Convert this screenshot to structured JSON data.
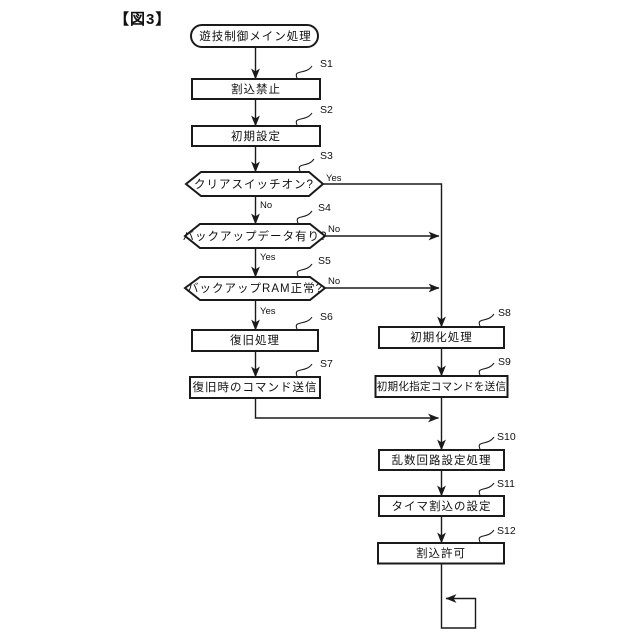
{
  "figure": {
    "title": "【図3】"
  },
  "flow": {
    "start": "遊技制御メイン処理",
    "yes": "Yes",
    "no": "No",
    "line_color": "#1a1a1a",
    "background_color": "#ffffff",
    "steps": [
      {
        "id": "S1",
        "label": "割込禁止",
        "type": "process"
      },
      {
        "id": "S2",
        "label": "初期設定",
        "type": "process"
      },
      {
        "id": "S3",
        "label": "クリアスイッチオン?",
        "type": "decision"
      },
      {
        "id": "S4",
        "label": "バックアップデータ有り?",
        "type": "decision"
      },
      {
        "id": "S5",
        "label": "バックアップRAM正常?",
        "type": "decision"
      },
      {
        "id": "S6",
        "label": "復旧処理",
        "type": "process"
      },
      {
        "id": "S7",
        "label": "復旧時のコマンド送信",
        "type": "process"
      },
      {
        "id": "S8",
        "label": "初期化処理",
        "type": "process"
      },
      {
        "id": "S9",
        "label": "初期化指定コマンドを送信",
        "type": "process"
      },
      {
        "id": "S10",
        "label": "乱数回路設定処理",
        "type": "process"
      },
      {
        "id": "S11",
        "label": "タイマ割込の設定",
        "type": "process"
      },
      {
        "id": "S12",
        "label": "割込許可",
        "type": "process"
      }
    ],
    "edges": [
      {
        "from": "start",
        "to": "S1",
        "label": ""
      },
      {
        "from": "S1",
        "to": "S2",
        "label": ""
      },
      {
        "from": "S2",
        "to": "S3",
        "label": ""
      },
      {
        "from": "S3",
        "to": "S4",
        "label": "No"
      },
      {
        "from": "S3",
        "to": "S8",
        "label": "Yes"
      },
      {
        "from": "S4",
        "to": "S5",
        "label": "Yes"
      },
      {
        "from": "S4",
        "to": "S8",
        "label": "No"
      },
      {
        "from": "S5",
        "to": "S6",
        "label": "Yes"
      },
      {
        "from": "S5",
        "to": "S8",
        "label": "No"
      },
      {
        "from": "S6",
        "to": "S7",
        "label": ""
      },
      {
        "from": "S7",
        "to": "S10",
        "label": ""
      },
      {
        "from": "S8",
        "to": "S9",
        "label": ""
      },
      {
        "from": "S9",
        "to": "S10",
        "label": ""
      },
      {
        "from": "S10",
        "to": "S11",
        "label": ""
      },
      {
        "from": "S11",
        "to": "S12",
        "label": ""
      },
      {
        "from": "S12",
        "to": "loop-back",
        "label": ""
      }
    ]
  }
}
